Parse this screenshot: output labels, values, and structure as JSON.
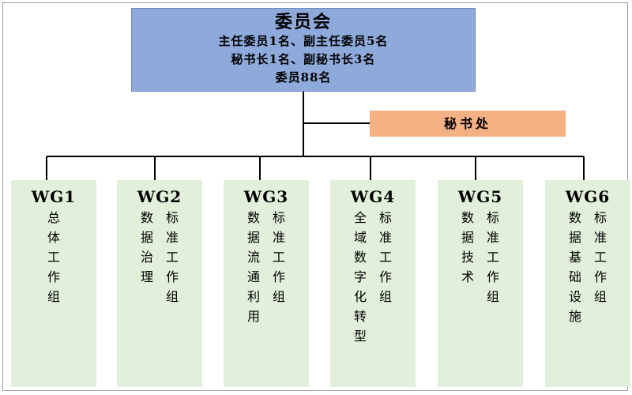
{
  "committee": {
    "title": "委员会",
    "line1": "主任委员1名、副主任委员5名",
    "line2": "秘书长1名、副秘书长3名",
    "line3": "委员88名"
  },
  "secretariat": "秘书处",
  "groups": [
    {
      "code": "WG1",
      "col1": "总体工作组",
      "col2": ""
    },
    {
      "code": "WG2",
      "col1": "数据治理",
      "col2": "标准工作组"
    },
    {
      "code": "WG3",
      "col1": "数据流通利用",
      "col2": "标准工作组"
    },
    {
      "code": "WG4",
      "col1": "全域数字化转型",
      "col2": "标准工作组"
    },
    {
      "code": "WG5",
      "col1": "数据技术",
      "col2": "标准工作组"
    },
    {
      "code": "WG6",
      "col1": "数据基础设施",
      "col2": "标准工作组"
    }
  ]
}
